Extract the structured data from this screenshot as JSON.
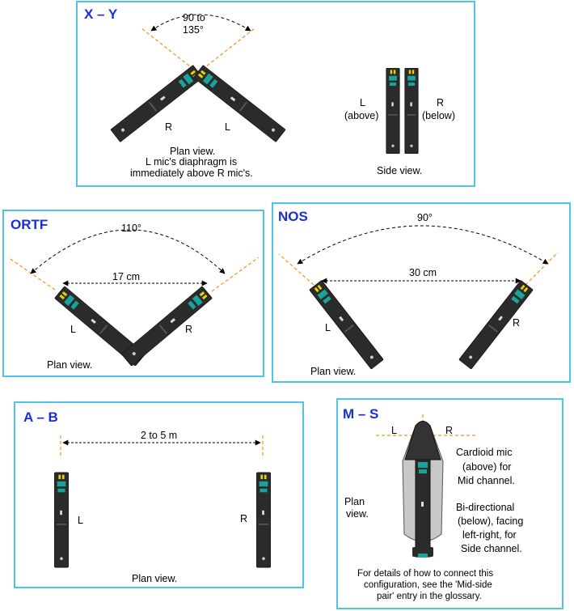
{
  "panels": {
    "xy": {
      "title": "X – Y",
      "angle_line1": "90 to",
      "angle_line2": "135°",
      "plan_r": "R",
      "plan_l": "L",
      "plan_caption_1": "Plan view.",
      "plan_caption_2": "L mic's diaphragm is",
      "plan_caption_3": "immediately above R mic's.",
      "side_l_1": "L",
      "side_l_2": "(above)",
      "side_r_1": "R",
      "side_r_2": "(below)",
      "side_caption": "Side view."
    },
    "ortf": {
      "title": "ORTF",
      "angle": "110°",
      "distance": "17 cm",
      "left": "L",
      "right": "R",
      "caption": "Plan view."
    },
    "nos": {
      "title": "NOS",
      "angle": "90°",
      "distance": "30 cm",
      "left": "L",
      "right": "R",
      "caption": "Plan view."
    },
    "ab": {
      "title": "A – B",
      "distance": "2 to 5 m",
      "left": "L",
      "right": "R",
      "caption": "Plan view."
    },
    "ms": {
      "title": "M – S",
      "left": "L",
      "right": "R",
      "plan_1": "Plan",
      "plan_2": "view.",
      "cardioid_1": "Cardioid mic",
      "cardioid_2": "(above) for",
      "cardioid_3": "Mid channel.",
      "bidir_1": "Bi-directional",
      "bidir_2": "(below), facing",
      "bidir_3": "left-right, for",
      "bidir_4": "Side channel.",
      "note_1": "For details of how to connect this",
      "note_2": "configuration, see the 'Mid-side",
      "note_3": "pair' entry in the glossary."
    }
  },
  "colors": {
    "panel_border": "#4fc3e8",
    "title": "#1a2fd6",
    "mic_body": "#2b2b2b",
    "mic_accent": "#1aa39a",
    "mic_yellow": "#e8d400",
    "axis_line": "#ff8c1a",
    "ms_body": "#c8c8c8"
  },
  "icons": {
    "mic": "stick-microphone-icon",
    "dimension": "dimension-arrow-icon",
    "angle": "angle-arc-icon"
  }
}
